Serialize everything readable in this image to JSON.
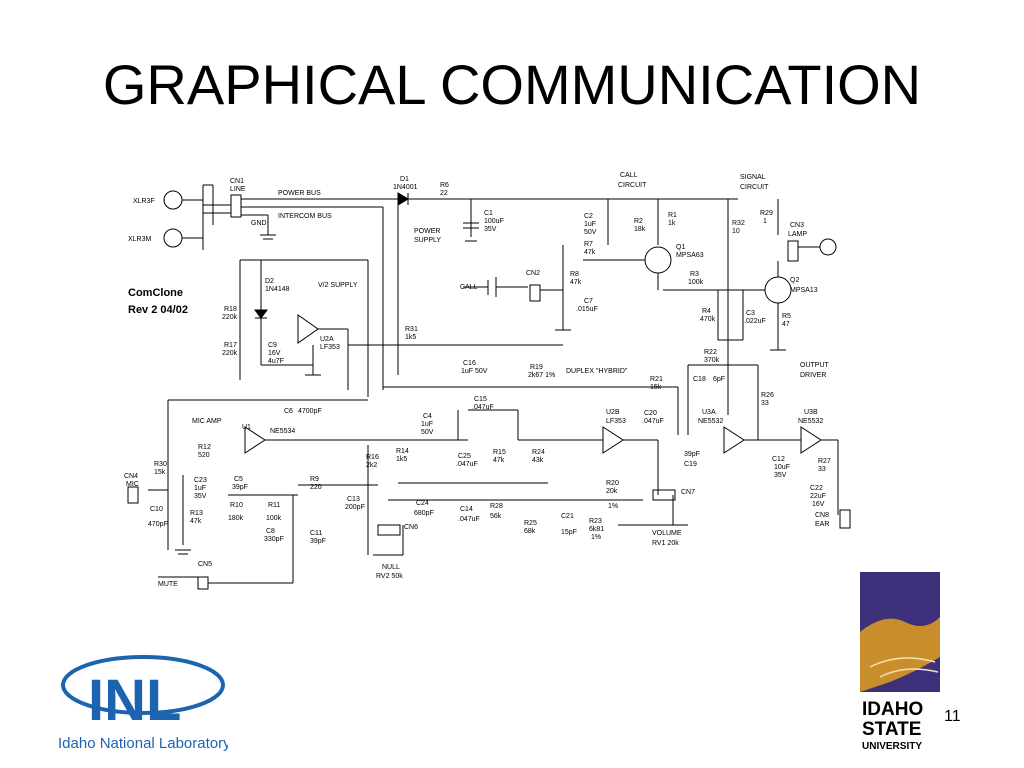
{
  "slide": {
    "title": "GRAPHICAL COMMUNICATION",
    "page_number": "11"
  },
  "schematic": {
    "board_name": "ComClone",
    "revision": "Rev 2 04/02",
    "labels": {
      "xlr3f": "XLR3F",
      "xlr3m": "XLR3M",
      "cn1": "CN1",
      "line": "LINE",
      "power_bus": "POWER BUS",
      "intercom_bus": "INTERCOM BUS",
      "gnd": "GND",
      "d1": "D1",
      "d1_part": "1N4001",
      "r6": "R6",
      "r6_val": "22",
      "c1": "C1",
      "c1_val1": "100uF",
      "c1_val2": "35V",
      "power_supply1": "POWER",
      "power_supply2": "SUPPLY",
      "call_circuit1": "CALL",
      "call_circuit2": "CIRCUIT",
      "signal_circuit1": "SIGNAL",
      "signal_circuit2": "CIRCUIT",
      "c2": "C2",
      "c2_val1": "1uF",
      "c2_val2": "50V",
      "r2": "R2",
      "r2_val": "18k",
      "r1": "R1",
      "r1_val": "1k",
      "r32": "R32",
      "r32_val": "10",
      "r29": "R29",
      "r29_val": "1",
      "cn3": "CN3",
      "lamp": "LAMP",
      "q1": "Q1",
      "q1_part": "MPSA63",
      "r7": "R7",
      "r7_val": "47k",
      "call": "CALL",
      "cn2": "CN2",
      "r8": "R8",
      "r8_val": "47k",
      "c7": "C7",
      "c7_val": ".015uF",
      "r3": "R3",
      "r3_val": "100k",
      "q2": "Q2",
      "q2_part": "MPSA13",
      "r4": "R4",
      "r4_val": "470k",
      "c3": "C3",
      "c3_val": ".022uF",
      "r5": "R5",
      "r5_val": "47",
      "d2": "D2",
      "d2_part": "1N4148",
      "v2_supply": "V/2 SUPPLY",
      "r18": "R18",
      "r18_val": "220k",
      "u2a": "U2A",
      "u2a_part": "LF353",
      "r17": "R17",
      "r17_val": "220k",
      "c9": "C9",
      "c9_val1": "16V",
      "c9_val2": "4u7F",
      "r31": "R31",
      "r31_val": "1k5",
      "c16": "C16",
      "c16_val": "1uF 50V",
      "r19": "R19",
      "r19_val": "2k67 1%",
      "duplex": "DUPLEX \"HYBRID\"",
      "r22": "R22",
      "r22_val": "370k",
      "output_driver1": "OUTPUT",
      "output_driver2": "DRIVER",
      "c15": "C15",
      "c15_val": ".047uF",
      "r21": "R21",
      "r21_val": "15k",
      "c18": "C18",
      "c18_val": "6pF",
      "r26": "R26",
      "r26_val": "33",
      "mic_amp": "MIC AMP",
      "c6": "C6",
      "c6_val": "4700pF",
      "c4": "C4",
      "c4_val1": "1uF",
      "c4_val2": "50V",
      "u2b": "U2B",
      "u2b_part": "LF353",
      "c20": "C20",
      "c20_val": ".047uF",
      "u3a": "U3A",
      "u3a_part": "NE5532",
      "u3b": "U3B",
      "u3b_part": "NE5532",
      "u1": "U1",
      "u1_part": "NE5534",
      "r12": "R12",
      "r12_val": "520",
      "r16": "R16",
      "r16_val": "2k2",
      "r14": "R14",
      "r14_val": "1k5",
      "c25": "C25",
      "c25_val": ".047uF",
      "r15": "R15",
      "r15_val": "47k",
      "r24": "R24",
      "r24_val": "43k",
      "c19": "C19",
      "c19_val": "39pF",
      "c12": "C12",
      "c12_val1": "10uF",
      "c12_val2": "35V",
      "r27": "R27",
      "r27_val": "33",
      "cn4": "CN4",
      "mic": "MIC",
      "r30": "R30",
      "r30_val": "15k",
      "c23": "C23",
      "c23_val1": "1uF",
      "c23_val2": "35V",
      "c5": "C5",
      "c5_val": "39pF",
      "r9": "R9",
      "r9_val": "220",
      "r20": "R20",
      "r20_val1": "20k",
      "r20_val2": "1%",
      "cn7": "CN7",
      "c22": "C22",
      "c22_val1": "22uF",
      "c22_val2": "16V",
      "cn8": "CN8",
      "ear": "EAR",
      "c10": "C10",
      "c10_val": "470pF",
      "r13": "R13",
      "r13_val": "47k",
      "r10": "R10",
      "r10_val": "180k",
      "r11": "R11",
      "r11_val": "100k",
      "c13": "C13",
      "c13_val": "200pF",
      "c24": "C24",
      "c24_val": "680pF",
      "c14": "C14",
      "c14_val": ".047uF",
      "r28": "R28",
      "r28_val": "56k",
      "r25": "R25",
      "r25_val": "68k",
      "c21": "C21",
      "c21_val": "15pF",
      "r23": "R23",
      "r23_val1": "6k81",
      "r23_val2": "1%",
      "volume": "VOLUME",
      "rv1": "RV1  20k",
      "c8": "C8",
      "c8_val": "330pF",
      "c11": "C11",
      "c11_val": "39pF",
      "cn6": "CN6",
      "null": "NULL",
      "rv2": "RV2  50k",
      "cn5": "CN5",
      "mute": "MUTE"
    }
  },
  "logos": {
    "inl_letters": "INL",
    "inl_name": "Idaho National Laboratory",
    "isu_line1": "IDAHO",
    "isu_line2": "STATE",
    "isu_line3": "UNIVERSITY"
  }
}
